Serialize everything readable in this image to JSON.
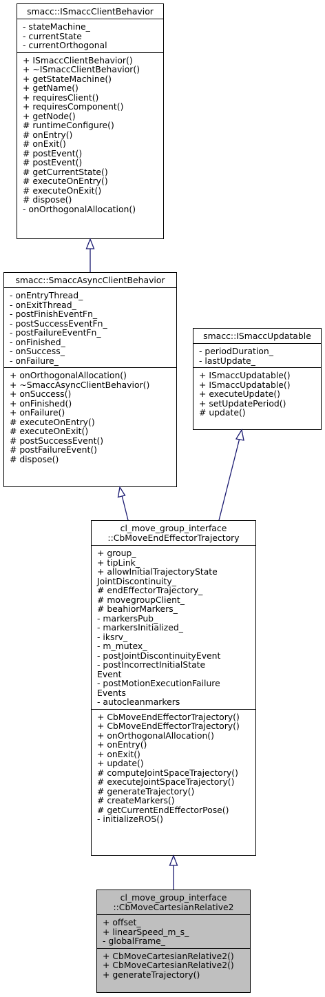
{
  "classes": {
    "client_behavior": {
      "title": [
        "smacc::ISmaccClientBehavior"
      ],
      "attributes": [
        "- stateMachine_",
        "- currentState",
        "- currentOrthogonal"
      ],
      "methods": [
        "+ ISmaccClientBehavior()",
        "+ ~ISmaccClientBehavior()",
        "+ getStateMachine()",
        "+ getName()",
        "+ requiresClient()",
        "+ requiresComponent()",
        "+ getNode()",
        "# runtimeConfigure()",
        "# onEntry()",
        "# onExit()",
        "# postEvent()",
        "# postEvent()",
        "# getCurrentState()",
        "# executeOnEntry()",
        "# executeOnExit()",
        "# dispose()",
        "- onOrthogonalAllocation()"
      ]
    },
    "async_client_behavior": {
      "title": [
        "smacc::SmaccAsyncClientBehavior"
      ],
      "attributes": [
        "- onEntryThread_",
        "- onExitThread_",
        "- postFinishEventFn_",
        "- postSuccessEventFn_",
        "- postFailureEventFn_",
        "- onFinished_",
        "- onSuccess_",
        "- onFailure_"
      ],
      "methods": [
        "+ onOrthogonalAllocation()",
        "+ ~SmaccAsyncClientBehavior()",
        "+ onSuccess()",
        "+ onFinished()",
        "+ onFailure()",
        "# executeOnEntry()",
        "# executeOnExit()",
        "# postSuccessEvent()",
        "# postFailureEvent()",
        "# dispose()"
      ]
    },
    "updatable": {
      "title": [
        "smacc::ISmaccUpdatable"
      ],
      "attributes": [
        "- periodDuration_",
        "- lastUpdate_"
      ],
      "methods": [
        "+ ISmaccUpdatable()",
        "+ ISmaccUpdatable()",
        "+ executeUpdate()",
        "+ setUpdatePeriod()",
        "# update()"
      ]
    },
    "move_end_effector": {
      "title": [
        "cl_move_group_interface",
        "::CbMoveEndEffectorTrajectory"
      ],
      "attributes": [
        "+ group_",
        "+ tipLink_",
        "+ allowInitialTrajectoryState",
        "JointDiscontinuity_",
        "# endEffectorTrajectory_",
        "# movegroupClient_",
        "# beahiorMarkers_",
        "- markersPub_",
        "- markersInitialized_",
        "- iksrv_",
        "- m_mutex_",
        "- postJointDiscontinuityEvent",
        "- postIncorrectInitialState",
        "Event",
        "- postMotionExecutionFailure",
        "Events",
        "- autocleanmarkers"
      ],
      "methods": [
        "+ CbMoveEndEffectorTrajectory()",
        "+ CbMoveEndEffectorTrajectory()",
        "+ onOrthogonalAllocation()",
        "+ onEntry()",
        "+ onExit()",
        "+ update()",
        "# computeJointSpaceTrajectory()",
        "# executeJointSpaceTrajectory()",
        "# generateTrajectory()",
        "# createMarkers()",
        "# getCurrentEndEffectorPose()",
        "- initializeROS()"
      ]
    },
    "cartesian_relative2": {
      "title": [
        "cl_move_group_interface",
        "::CbMoveCartesianRelative2"
      ],
      "attributes": [
        "+ offset_",
        "+ linearSpeed_m_s_",
        "- globalFrame_"
      ],
      "methods": [
        "+ CbMoveCartesianRelative2()",
        "+ CbMoveCartesianRelative2()",
        "+ generateTrajectory()"
      ]
    }
  },
  "colors": {
    "edge": "#191970",
    "focus_fill": "#bfbfbf",
    "border": "#000000"
  }
}
